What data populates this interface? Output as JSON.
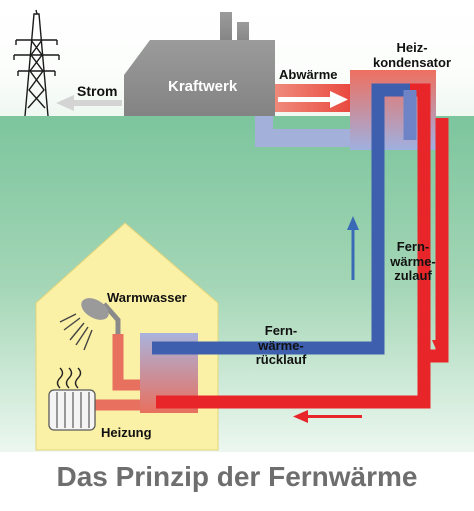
{
  "title": "Das Prinzip der Fernwärme",
  "labels": {
    "strom": "Strom",
    "kraftwerk": "Kraftwerk",
    "abwaerme": "Abwärme",
    "heizkondensator": [
      "Heiz-",
      "kondensator"
    ],
    "warmwasser": "Warmwasser",
    "heizung": "Heizung",
    "zulauf": [
      "Fern-",
      "wärme-",
      "zulauf"
    ],
    "ruecklauf": [
      "Fern-",
      "wärme-",
      "rücklauf"
    ]
  },
  "colors": {
    "supply_pipe": "#e8262a",
    "return_pipe": "#3d5fae",
    "arrow_heat": "#e8262a",
    "arrow_return": "#3a6ab5",
    "house_wall": "#fbf1a6",
    "plant": "#8f8f8f",
    "label_text": "#111111",
    "title_text": "#6e6e6e"
  }
}
